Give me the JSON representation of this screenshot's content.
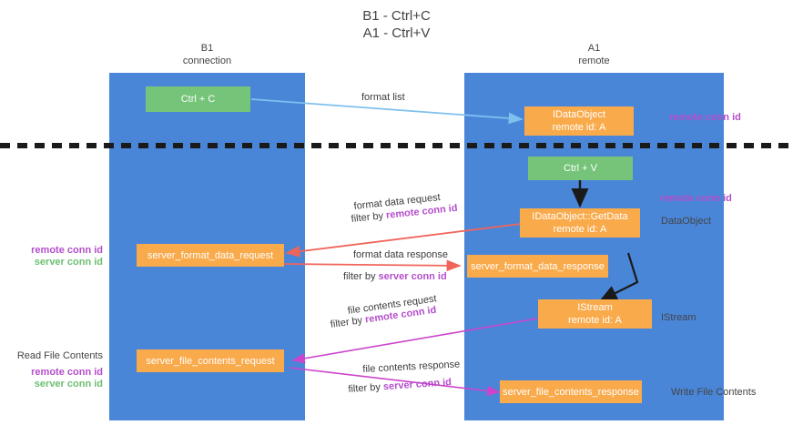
{
  "title": {
    "line1": "B1 - Ctrl+C",
    "line2": "A1 - Ctrl+V"
  },
  "lanes": [
    {
      "id": "b1",
      "name": "B1",
      "role": "connection",
      "color": "#4a86d8"
    },
    {
      "id": "a1",
      "name": "A1",
      "role": "remote",
      "color": "#4a86d8"
    }
  ],
  "boxes": {
    "ctrl_c": {
      "line1": "Ctrl + C",
      "line2": "",
      "color": "#76c479"
    },
    "idataobject": {
      "line1": "IDataObject",
      "line2": "remote id: A",
      "color": "#f9aa4b"
    },
    "ctrl_v": {
      "line1": "Ctrl + V",
      "line2": "",
      "color": "#76c479"
    },
    "getdata": {
      "line1": "IDataObject::GetData",
      "line2": "remote id: A",
      "color": "#f9aa4b"
    },
    "server_format_data_request": {
      "line1": "server_format_data_request",
      "line2": "",
      "color": "#f9aa4b"
    },
    "server_format_data_response": {
      "line1": "server_format_data_response",
      "line2": "",
      "color": "#f9aa4b"
    },
    "istream": {
      "line1": "IStream",
      "line2": "remote id: A",
      "color": "#f9aa4b"
    },
    "server_file_contents_request": {
      "line1": "server_file_contents_request",
      "line2": "",
      "color": "#f9aa4b"
    },
    "server_file_contents_response": {
      "line1": "server_file_contents_response",
      "line2": "",
      "color": "#f9aa4b"
    }
  },
  "right_labels": {
    "remote_conn_id_top": "remote conn id",
    "remote_conn_id_mid": "remote conn id",
    "dataobject": "DataObject",
    "istream": "IStream",
    "write_file_contents": "Write File Contents"
  },
  "left_labels": {
    "remote_conn_id": "remote conn id",
    "server_conn_id": "server conn id",
    "read_file_contents": "Read File Contents",
    "remote_conn_id_2": "remote conn id",
    "server_conn_id_2": "server conn id"
  },
  "edges": {
    "format_list": "format list",
    "format_data_request": "format data request",
    "format_data_request_filter_prefix": "filter by ",
    "format_data_request_filter_key": "remote conn id",
    "format_data_response": "format data response",
    "format_data_response_filter_prefix": "filter by ",
    "format_data_response_filter_key": "server conn id",
    "file_contents_request": "file contents request",
    "file_contents_request_filter_prefix": "filter by ",
    "file_contents_request_filter_key": "remote conn id",
    "file_contents_response": "file contents response",
    "file_contents_response_filter_prefix": "filter by ",
    "file_contents_response_filter_key": "server conn id"
  },
  "colors": {
    "lane": "#4a86d8",
    "green_box": "#76c479",
    "orange_box": "#f9aa4b",
    "remote_key": "#b44ecb",
    "server_key": "#6dbf72",
    "arrow_blue": "#7ec0ee",
    "arrow_red": "#f0655a",
    "arrow_magenta": "#cc44cc",
    "arrow_black": "#1a1a1a",
    "divider": "#1a1a1a"
  }
}
